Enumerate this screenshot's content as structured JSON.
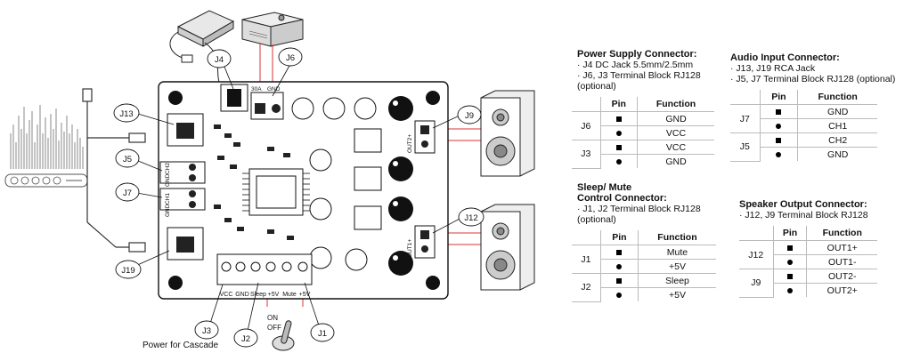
{
  "board": {
    "callouts": [
      "J4",
      "J6",
      "J13",
      "J5",
      "J7",
      "J19",
      "J9",
      "J12",
      "J3",
      "J2",
      "J1"
    ],
    "bottom_labels": [
      "VCC",
      "GND",
      "Sleep",
      "+5V",
      "Mute",
      "+5V"
    ],
    "left_vertical_labels": [
      "CH2",
      "GND",
      "CH1",
      "GND"
    ],
    "right_vertical_labels": [
      "OUT2+",
      "OUT1+"
    ],
    "top_labels": [
      "30A",
      "GND"
    ],
    "switch_on": "ON",
    "switch_off": "OFF",
    "cascade_caption": "Power for Cascade"
  },
  "panels": {
    "power": {
      "title": "Power Supply Connector:",
      "notes": "· J4 DC Jack 5.5mm/2.5mm\n· J6, J3 Terminal Block RJ128\n(optional)",
      "headers": [
        "Pin",
        "Function"
      ],
      "rows": [
        {
          "conn": "J6",
          "sym": "square",
          "func": "GND"
        },
        {
          "conn": "",
          "sym": "dot",
          "func": "VCC"
        },
        {
          "conn": "J3",
          "sym": "square",
          "func": "VCC"
        },
        {
          "conn": "",
          "sym": "dot",
          "func": "GND"
        }
      ]
    },
    "audio": {
      "title": "Audio Input Connector:",
      "notes": "· J13, J19 RCA Jack\n· J5, J7 Terminal Block RJ128 (optional)",
      "headers": [
        "Pin",
        "Function"
      ],
      "rows": [
        {
          "conn": "J7",
          "sym": "square",
          "func": "GND"
        },
        {
          "conn": "",
          "sym": "dot",
          "func": "CH1"
        },
        {
          "conn": "J5",
          "sym": "square",
          "func": "CH2"
        },
        {
          "conn": "",
          "sym": "dot",
          "func": "GND"
        }
      ]
    },
    "sleep": {
      "title": "Sleep/ Mute\nControl Connector:",
      "notes": "· J1, J2 Terminal Block RJ128\n(optional)",
      "headers": [
        "Pin",
        "Function"
      ],
      "rows": [
        {
          "conn": "J1",
          "sym": "square",
          "func": "Mute"
        },
        {
          "conn": "",
          "sym": "dot",
          "func": "+5V"
        },
        {
          "conn": "J2",
          "sym": "square",
          "func": "Sleep"
        },
        {
          "conn": "",
          "sym": "dot",
          "func": "+5V"
        }
      ]
    },
    "speaker": {
      "title": "Speaker Output Connector:",
      "notes": "· J12, J9 Terminal Block RJ128",
      "headers": [
        "Pin",
        "Function"
      ],
      "rows": [
        {
          "conn": "J12",
          "sym": "square",
          "func": "OUT1+"
        },
        {
          "conn": "",
          "sym": "dot",
          "func": "OUT1-"
        },
        {
          "conn": "J9",
          "sym": "square",
          "func": "OUT2-"
        },
        {
          "conn": "",
          "sym": "dot",
          "func": "OUT2+"
        }
      ]
    }
  }
}
